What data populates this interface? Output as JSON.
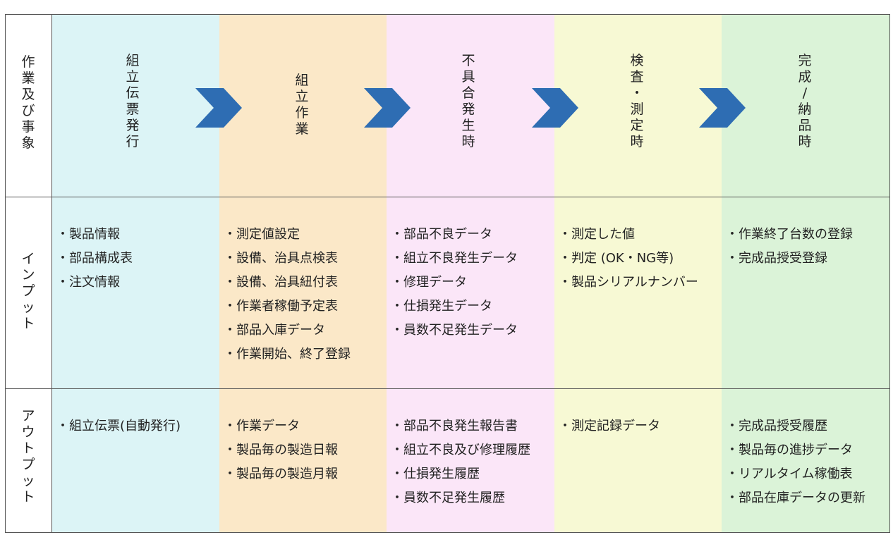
{
  "colors": {
    "border": "#555555",
    "arrow": "#2e6db3",
    "stage_backgrounds": [
      "#dcf4f6",
      "#fbe8c8",
      "#fbe6f8",
      "#f7f9d4",
      "#dbf3d8"
    ]
  },
  "row_headers": [
    "作業及び事象",
    "インプット",
    "アウトプット"
  ],
  "stages": [
    {
      "title": "組立伝票発行",
      "inputs": [
        "・製品情報",
        "・部品構成表",
        "・注文情報"
      ],
      "outputs": [
        "・組立伝票(自動発行)"
      ]
    },
    {
      "title": "組立作業",
      "inputs": [
        "・測定値設定",
        "・設備、治具点検表",
        "・設備、治具紐付表",
        "・作業者稼働予定表",
        "・部品入庫データ",
        "・作業開始、終了登録"
      ],
      "outputs": [
        "・作業データ",
        "・製品毎の製造日報",
        "・製品毎の製造月報"
      ]
    },
    {
      "title": "不具合発生時",
      "inputs": [
        "・部品不良データ",
        "・組立不良発生データ",
        "・修理データ",
        "・仕損発生データ",
        "・員数不足発生データ"
      ],
      "outputs": [
        "・部品不良発生報告書",
        "・組立不良及び修理履歴",
        "・仕損発生履歴",
        "・員数不足発生履歴"
      ]
    },
    {
      "title": "検査・測定時",
      "inputs": [
        "・測定した値",
        "・判定 (OK・NG等)",
        "・製品シリアルナンバー"
      ],
      "outputs": [
        "・測定記録データ"
      ]
    },
    {
      "title": "完成/納品時",
      "inputs": [
        "・作業終了台数の登録",
        "・完成品授受登録"
      ],
      "outputs": [
        "・完成品授受履歴",
        "・製品毎の進捗データ",
        "・リアルタイム稼働表",
        "・部品在庫データの更新"
      ]
    }
  ]
}
